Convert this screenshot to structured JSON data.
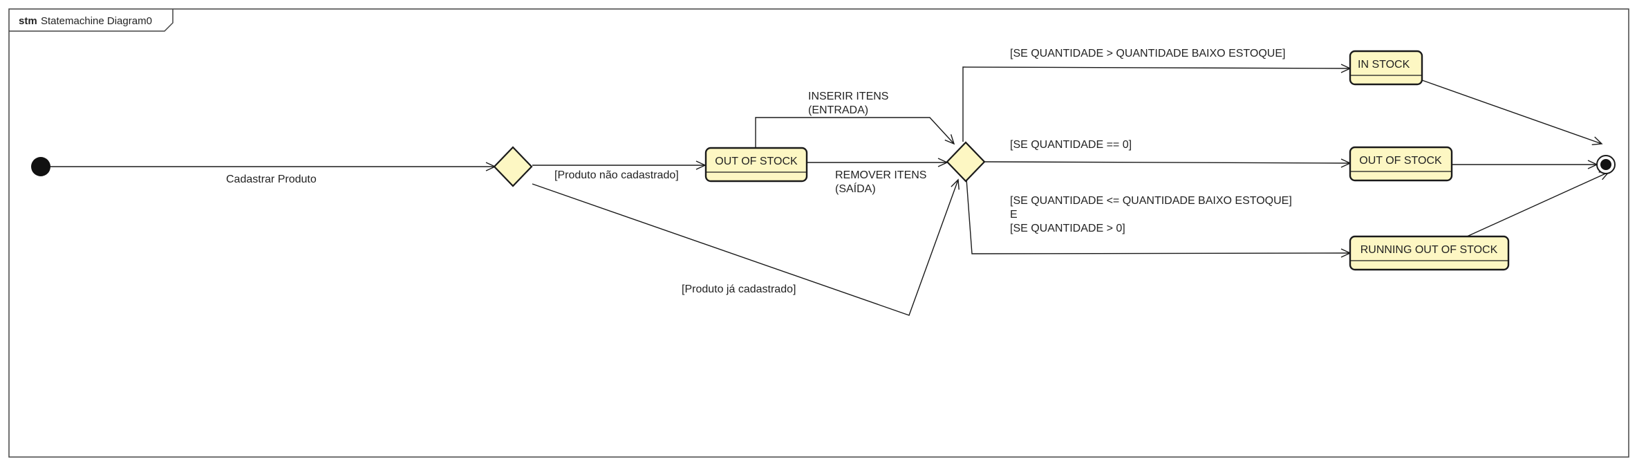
{
  "frame": {
    "keyword": "stm",
    "name": "Statemachine Diagram0"
  },
  "colors": {
    "state_fill": "#fdf7c3",
    "stroke": "#1a1a1a",
    "background": "#ffffff"
  },
  "states": {
    "out_of_stock_1": "OUT OF STOCK",
    "in_stock": "IN STOCK",
    "out_of_stock_2": "OUT OF STOCK",
    "running_out": "RUNNING OUT OF STOCK"
  },
  "transitions": {
    "cadastrar": "Cadastrar Produto",
    "nao_cadastrado": "[Produto não cadastrado]",
    "ja_cadastrado": "[Produto já cadastrado]",
    "inserir": [
      "INSERIR ITENS",
      "(ENTRADA)"
    ],
    "remover": [
      "REMOVER ITENS",
      "(SAÍDA)"
    ],
    "guard_in_stock": "[SE QUANTIDADE > QUANTIDADE BAIXO ESTOQUE]",
    "guard_zero": "[SE QUANTIDADE == 0]",
    "guard_running": [
      "[SE QUANTIDADE <= QUANTIDADE BAIXO ESTOQUE]",
      "E",
      "[SE QUANTIDADE > 0]"
    ]
  }
}
